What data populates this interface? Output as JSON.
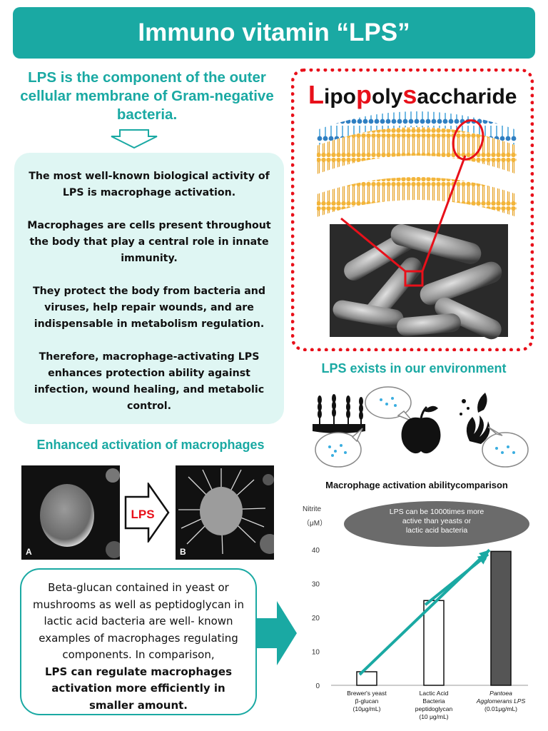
{
  "banner": {
    "title": "Immuno vitamin “LPS”"
  },
  "intro": {
    "text": "LPS is the component of the outer cellular membrane of Gram-negative bacteria."
  },
  "bio": {
    "paragraphs": [
      "The most well-known biological activity of LPS is macrophage activation.",
      "Macrophages are cells present throughout the body that play a central role in innate immunity.",
      "They protect the body from bacteria and viruses, help repair wounds, and are indispensable in metabolism regulation.",
      "Therefore, macrophage-activating LPS enhances protection ability against infection, wound healing, and metabolic control."
    ]
  },
  "lps_word": {
    "p1": "L",
    "p2": "ipo",
    "p3": "p",
    "p4": "oly",
    "p5": "s",
    "p6": "accharide"
  },
  "environment": {
    "title": "LPS exists in our environment"
  },
  "enhanced": {
    "title": "Enhanced activation of macrophages",
    "label_a": "A",
    "label_b": "B",
    "arrow_label": "LPS"
  },
  "compare": {
    "normal_text": "Beta-glucan contained in yeast or mushrooms as well  as peptidoglycan in lactic acid bacteria are well-  known examples of macrophages regulating components. In comparison,",
    "bold_text": "LPS can regulate  macrophages activation more efficiently in smaller amount."
  },
  "colors": {
    "teal": "#1aa9a3",
    "red": "#e8101a",
    "pale_teal": "#dff6f3"
  },
  "chart_data": {
    "type": "bar",
    "title": "Macrophage activation abilitycomparison",
    "ylabel": "Nitrite (μM)",
    "ylabel_line1": "Nitrite",
    "ylabel_line2": "（μM）",
    "ylim": [
      0,
      45
    ],
    "yticks": [
      0,
      10,
      20,
      30,
      40
    ],
    "grid": false,
    "callout": "LPS can be 1000times more active than yeasts or lactic acid bacteria",
    "categories": [
      {
        "lines": [
          "Brewer's yeast",
          "β-glucan",
          "(10μg/mL)"
        ]
      },
      {
        "lines": [
          "Lactic Acid",
          "Bacteria",
          "peptidoglycan",
          "(10 μg/mL)"
        ]
      },
      {
        "lines": [
          "Pantoea",
          "Agglomerans LPS",
          "(0.01μg/mL)"
        ]
      }
    ],
    "values": [
      4,
      25,
      39.5
    ],
    "bar_colors": [
      "#ffffff",
      "#ffffff",
      "#555555"
    ]
  }
}
